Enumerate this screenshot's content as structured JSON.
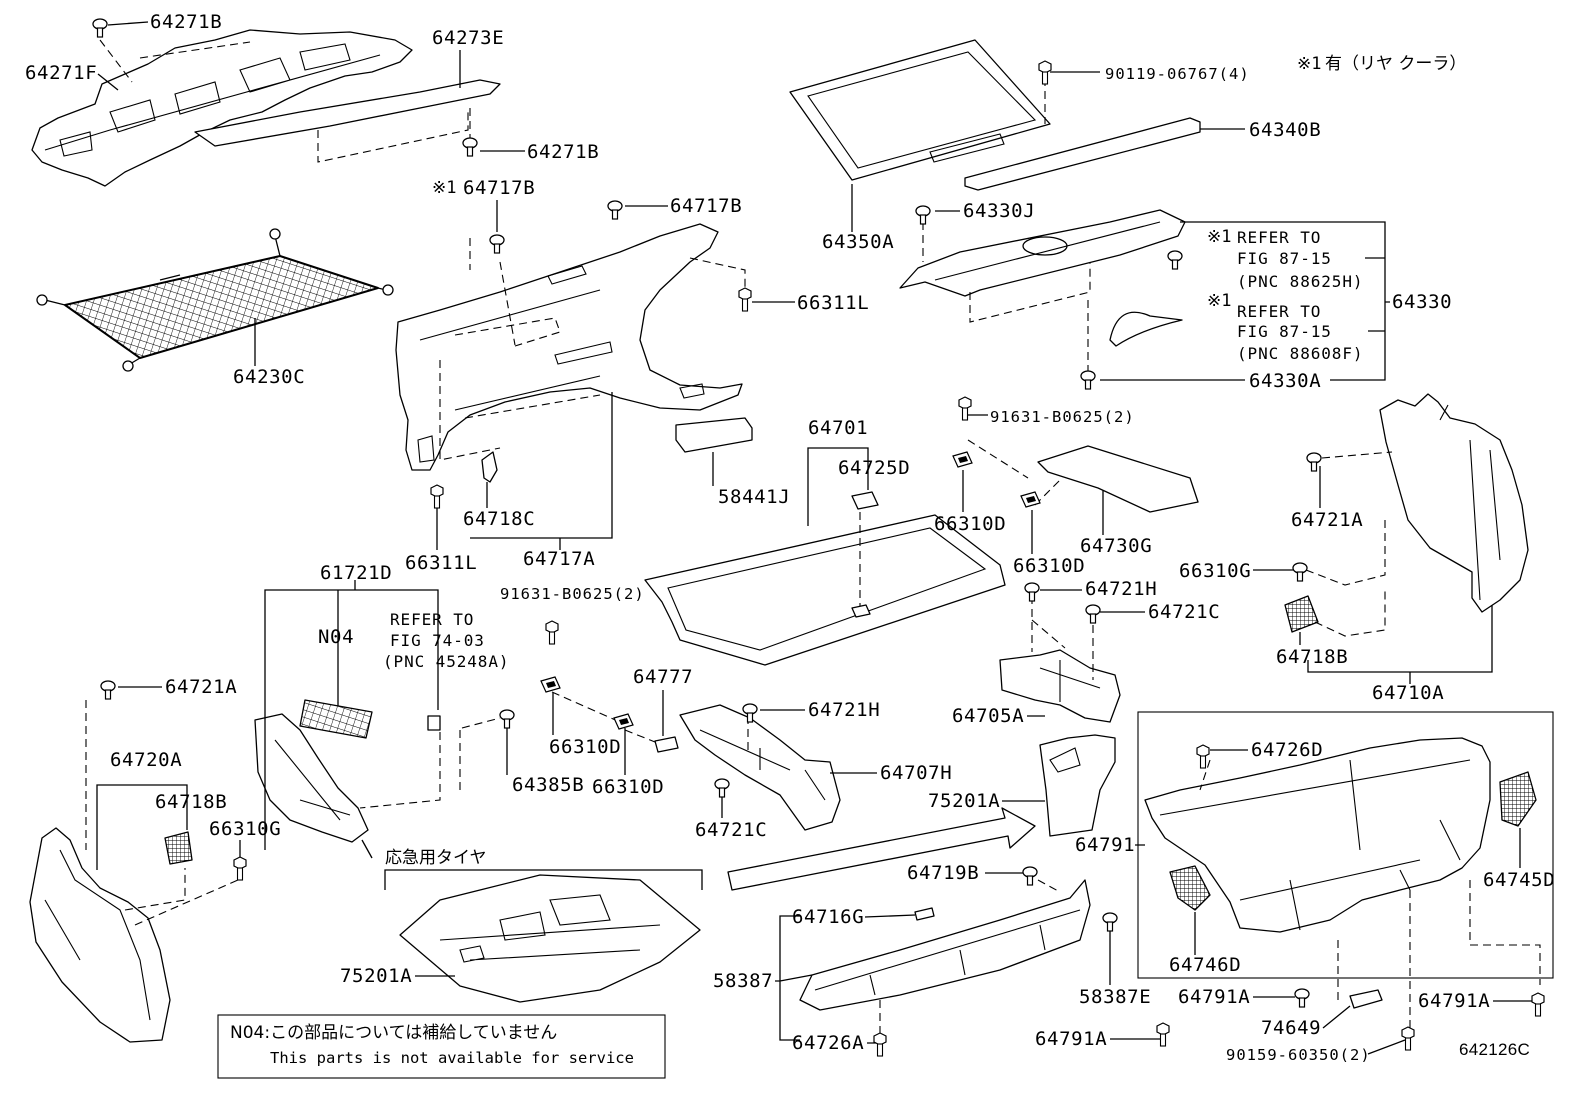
{
  "labels": [
    "64271B",
    "64271F",
    "64273E",
    "64271B",
    "64717B",
    "64717B",
    "64230C",
    "66311L",
    "58441J",
    "64718C",
    "66311L",
    "64717A",
    "64701",
    "64725D",
    "90119-06767(4)",
    "64340B",
    "64330J",
    "64350A",
    "64330",
    "64330A",
    "91631-B0625(2)",
    "66310D",
    "64730G",
    "66310D",
    "64721A",
    "66310G",
    "64721H",
    "64721C",
    "64718B",
    "64710A",
    "61721D",
    "N04",
    "91631-B0625(2)",
    "64721A",
    "64777",
    "64721H",
    "64705A",
    "64726D",
    "64720A",
    "64718B",
    "66310G",
    "64385B",
    "66310D",
    "66310D",
    "64707H",
    "75201A",
    "64721C",
    "64791",
    "64719B",
    "64745D",
    "64716G",
    "75201A",
    "58387",
    "64746D",
    "58387E",
    "64791A",
    "64791A",
    "74649",
    "64726A",
    "64791A",
    "90159-60350(2)"
  ],
  "note_mark": "※1",
  "legend": {
    "mark": "※1",
    "text": "有（リヤ クーラ）"
  },
  "refer_blocks": [
    {
      "line1": "REFER TO",
      "line2": "FIG 87-15",
      "line3": "(PNC 88625H)"
    },
    {
      "line1": "REFER TO",
      "line2": "FIG 87-15",
      "line3": "(PNC 88608F)"
    },
    {
      "line1": "REFER TO",
      "line2": "FIG 74-03",
      "line3": "(PNC 45248A)"
    }
  ],
  "spare_tire_caption": "応急用タイヤ",
  "n04_note": {
    "ja": "N04:この部品については補給していません",
    "en": "This parts is not available for service"
  },
  "figure_id": "642126C"
}
